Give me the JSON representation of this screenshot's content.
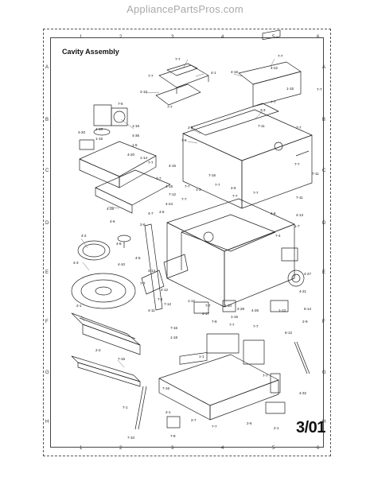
{
  "site": {
    "header": "AppliancePartsPros.com"
  },
  "diagram": {
    "title": "Cavity Assembly",
    "sheet_code": "3/01",
    "column_labels": [
      "1",
      "2",
      "3",
      "4",
      "5",
      "6"
    ],
    "row_labels": [
      "A",
      "B",
      "C",
      "D",
      "E",
      "F",
      "G",
      "H"
    ],
    "part_callouts": [
      "7-7",
      "4-1",
      "4-16",
      "7-7",
      "4-22",
      "7-7",
      "2-10",
      "7-7",
      "1-15",
      "3-3",
      "7-7",
      "7-7",
      "7-5",
      "1-16",
      "4-20",
      "4-18",
      "4-36",
      "1-15",
      "2-5",
      "7-11",
      "7-8",
      "1-5",
      "4-20",
      "7-7",
      "1-14",
      "7-7",
      "4-15",
      "7-16",
      "7-7",
      "7-11",
      "7-7",
      "4-19",
      "7-12",
      "7-7",
      "1-3",
      "4-6",
      "7-7",
      "7-7",
      "7-7",
      "4-28",
      "4-24",
      "7-7",
      "4-7",
      "4-6",
      "7-11",
      "4-13",
      "4-8",
      "4-6",
      "7-4",
      "4-2",
      "2-6",
      "1-7",
      "4-8",
      "4-5",
      "4-3",
      "4-10",
      "4-27",
      "4-14",
      "7-7",
      "4-12",
      "7-1",
      "4-21",
      "4-11",
      "7-12",
      "1-12",
      "7-7",
      "2-1",
      "4-17",
      "1-10",
      "1-16",
      "4-28",
      "4-26",
      "6-14",
      "1-13",
      "2-9",
      "7-8",
      "7-16",
      "7-7",
      "7-7",
      "6-12",
      "2-2",
      "7-15",
      "1-18",
      "1-1",
      "7-7",
      "4-32",
      "7-16",
      "2-1",
      "2-7",
      "7-7",
      "2-6",
      "7-10",
      "7-1",
      "7-8",
      "2-1"
    ]
  }
}
